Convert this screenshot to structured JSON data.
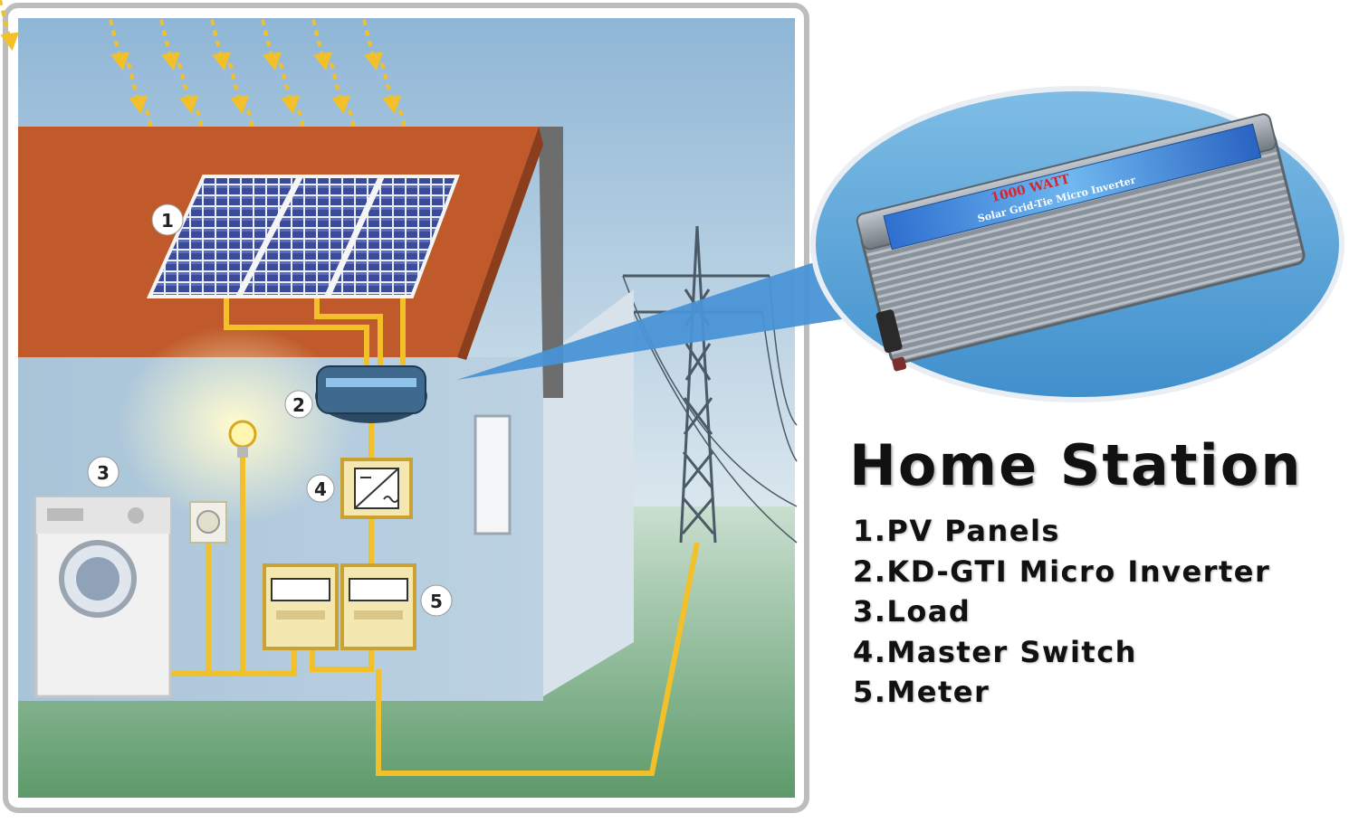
{
  "legend": {
    "title": "Home Station",
    "items": [
      "1.PV Panels",
      "2.KD-GTI Micro Inverter",
      "3.Load",
      "4.Master Switch",
      "5.Meter"
    ]
  },
  "callouts": [
    "1",
    "2",
    "3",
    "4",
    "5"
  ],
  "inverter_label": {
    "power": "1000 WATT",
    "model": "Solar Grid-Tie Micro Inverter"
  },
  "colors": {
    "sky": "#b8d2e6",
    "roof": "#c05a2a",
    "wire": "#f2c12a",
    "wall": "#a9c4d8",
    "ground": "#86b089",
    "lens": "#5fa7d9"
  }
}
